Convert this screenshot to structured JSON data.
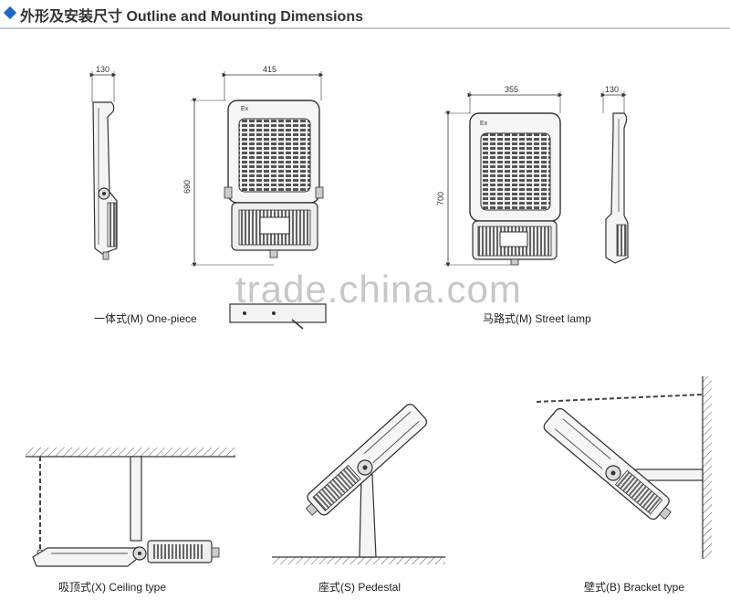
{
  "header": {
    "title": "外形及安装尺寸 Outline and Mounting Dimensions",
    "accent_color": "#1f66c7"
  },
  "dimensions": {
    "onepiece_side_width": "130",
    "onepiece_front_width": "415",
    "onepiece_height": "690",
    "street_front_width": "355",
    "street_side_width": "130",
    "street_height": "700"
  },
  "labels": {
    "ex_mark": "Ex"
  },
  "captions": {
    "onepiece": "一体式(M) One-piece",
    "street": "马路式(M) Street lamp",
    "ceiling": "吸顶式(X) Ceiling type",
    "pedestal": "座式(S) Pedestal",
    "bracket": "壁式(B) Bracket type"
  },
  "watermark": "trade.china.com"
}
